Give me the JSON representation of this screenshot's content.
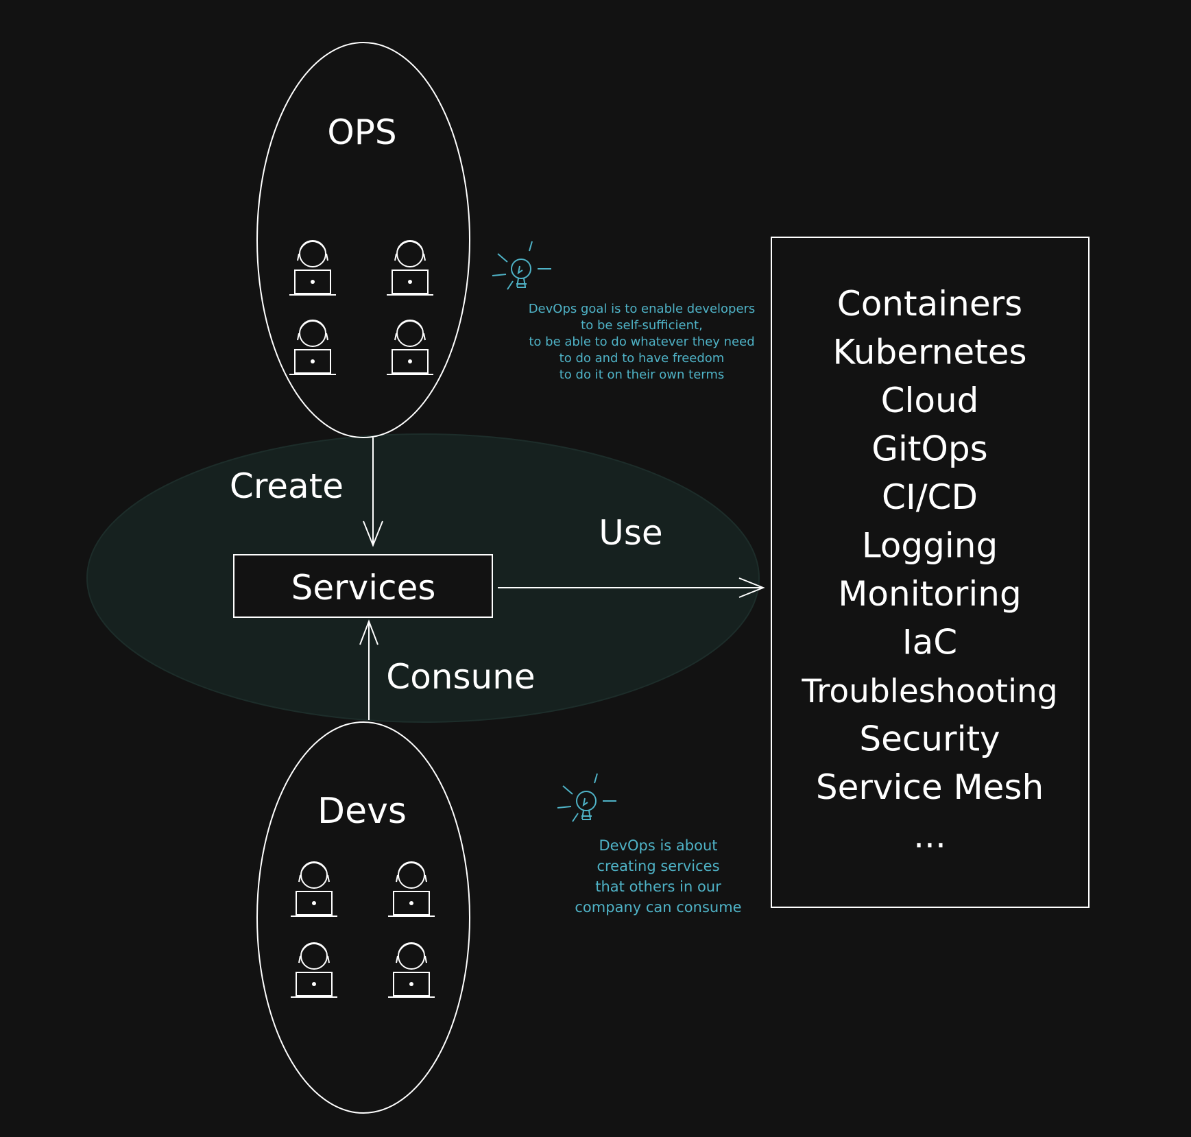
{
  "nodes": {
    "ops": {
      "label": "OPS"
    },
    "devs": {
      "label": "Devs"
    },
    "services": {
      "label": "Services"
    }
  },
  "edges": {
    "create": {
      "label": "Create"
    },
    "consume": {
      "label": "Consune"
    },
    "use": {
      "label": "Use"
    }
  },
  "tech_list": {
    "items": [
      "Containers",
      "Kubernetes",
      "Cloud",
      "GitOps",
      "CI/CD",
      "Logging",
      "Monitoring",
      "IaC",
      "Troubleshooting",
      "Security",
      "Service Mesh",
      "..."
    ]
  },
  "notes": {
    "goal": {
      "lines": [
        "DevOps goal is to enable developers",
        "to be self-sufficient,",
        "to be able to do whatever they need",
        "to do and to have freedom",
        "to do it on their own terms"
      ]
    },
    "about": {
      "lines": [
        "DevOps is about",
        "creating services",
        "that others in our",
        "company can consume"
      ]
    }
  },
  "colors": {
    "background": "#121212",
    "stroke": "#ffffff",
    "note": "#4fb3c7",
    "platform_fill": "#16211f"
  },
  "icons": {
    "person": "person-at-laptop-icon",
    "idea": "lightbulb-icon"
  }
}
